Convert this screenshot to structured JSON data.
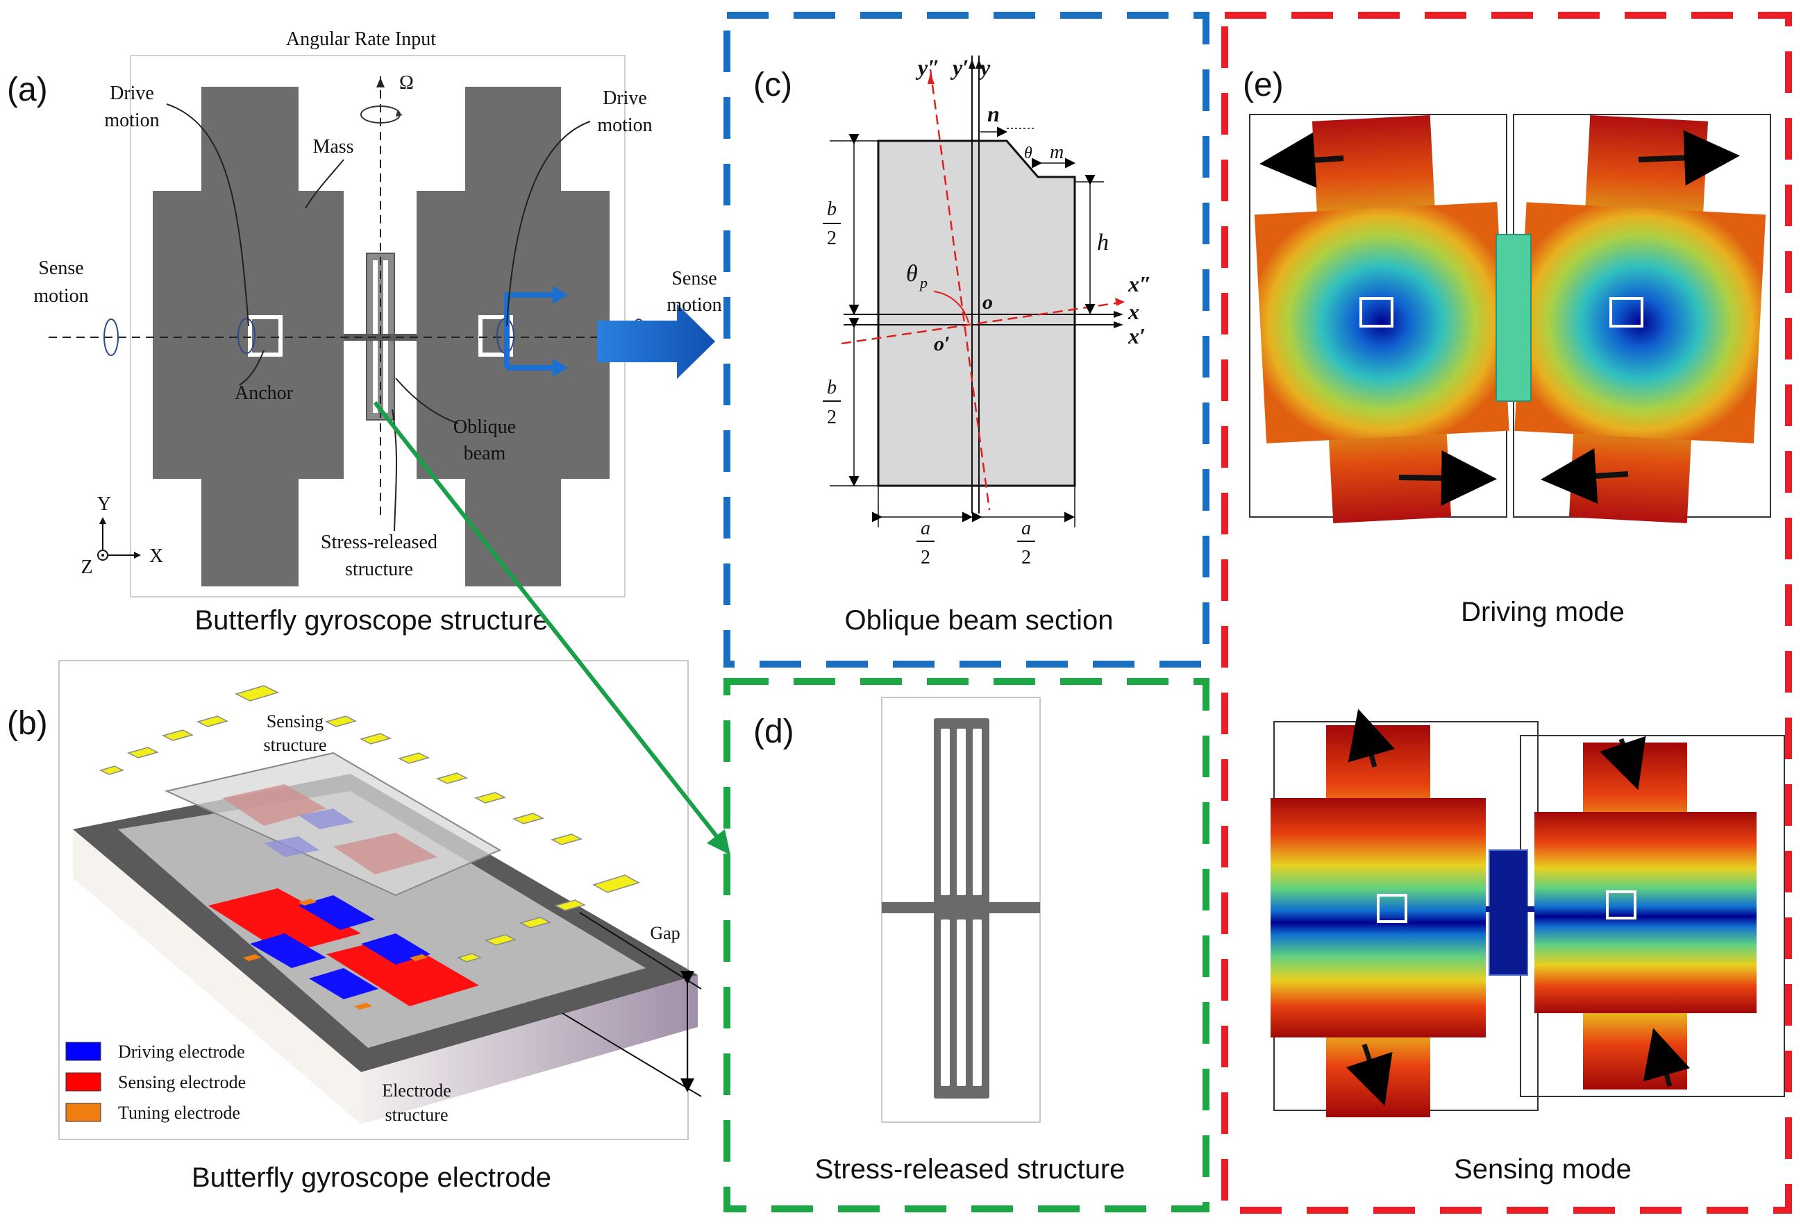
{
  "panel_a": {
    "tag": "(a)",
    "top_label": "Angular Rate Input",
    "omega": "Ω",
    "drive_motion_left": [
      "Drive",
      "motion"
    ],
    "drive_motion_right": [
      "Drive",
      "motion"
    ],
    "mass": "Mass",
    "sense_motion_left": [
      "Sense",
      "motion"
    ],
    "sense_motion_right": [
      "Sense",
      "motion"
    ],
    "anchor": "Anchor",
    "oblique_beam": [
      "Oblique",
      "beam"
    ],
    "stress_released": [
      "Stress-released",
      "structure"
    ],
    "axis_y": "Y",
    "axis_z": "Z",
    "axis_x": "X",
    "caption": "Butterfly gyroscope structure"
  },
  "panel_b": {
    "tag": "(b)",
    "sensing_structure": [
      "Sensing",
      "structure"
    ],
    "gap": "Gap",
    "electrode_structure": [
      "Electrode",
      "structure"
    ],
    "legend": [
      {
        "label": "Driving electrode",
        "color": "#0000ff"
      },
      {
        "label": "Sensing electrode",
        "color": "#ff0000"
      },
      {
        "label": "Tuning electrode",
        "color": "#f07d10"
      }
    ],
    "caption": "Butterfly gyroscope electrode"
  },
  "panel_c": {
    "tag": "(c)",
    "y2": "y″",
    "y1": "y′",
    "y0": "y",
    "n": "n",
    "theta": "θ",
    "m": "m",
    "h": "h",
    "b": "b",
    "two": "2",
    "a": "a",
    "theta_p": "θ",
    "p_sub": "p",
    "o": "o",
    "o_prime": "o′",
    "x2": "x″",
    "x0": "x",
    "x1": "x′",
    "caption": "Oblique beam section"
  },
  "panel_d": {
    "tag": "(d)",
    "caption": "Stress-released structure"
  },
  "panel_e": {
    "tag": "(e)",
    "caption_top": "Driving mode",
    "caption_bottom": "Sensing mode"
  },
  "colors": {
    "blue_border": "#1a6fc0",
    "green_border": "#1ea845",
    "red_border": "#ee1c24",
    "mass_gray": "#6d6d6d",
    "arrow_blue": "#1a6fd0",
    "green_arrow": "#18a048",
    "electrode_yellow": "#f2ee1a"
  }
}
